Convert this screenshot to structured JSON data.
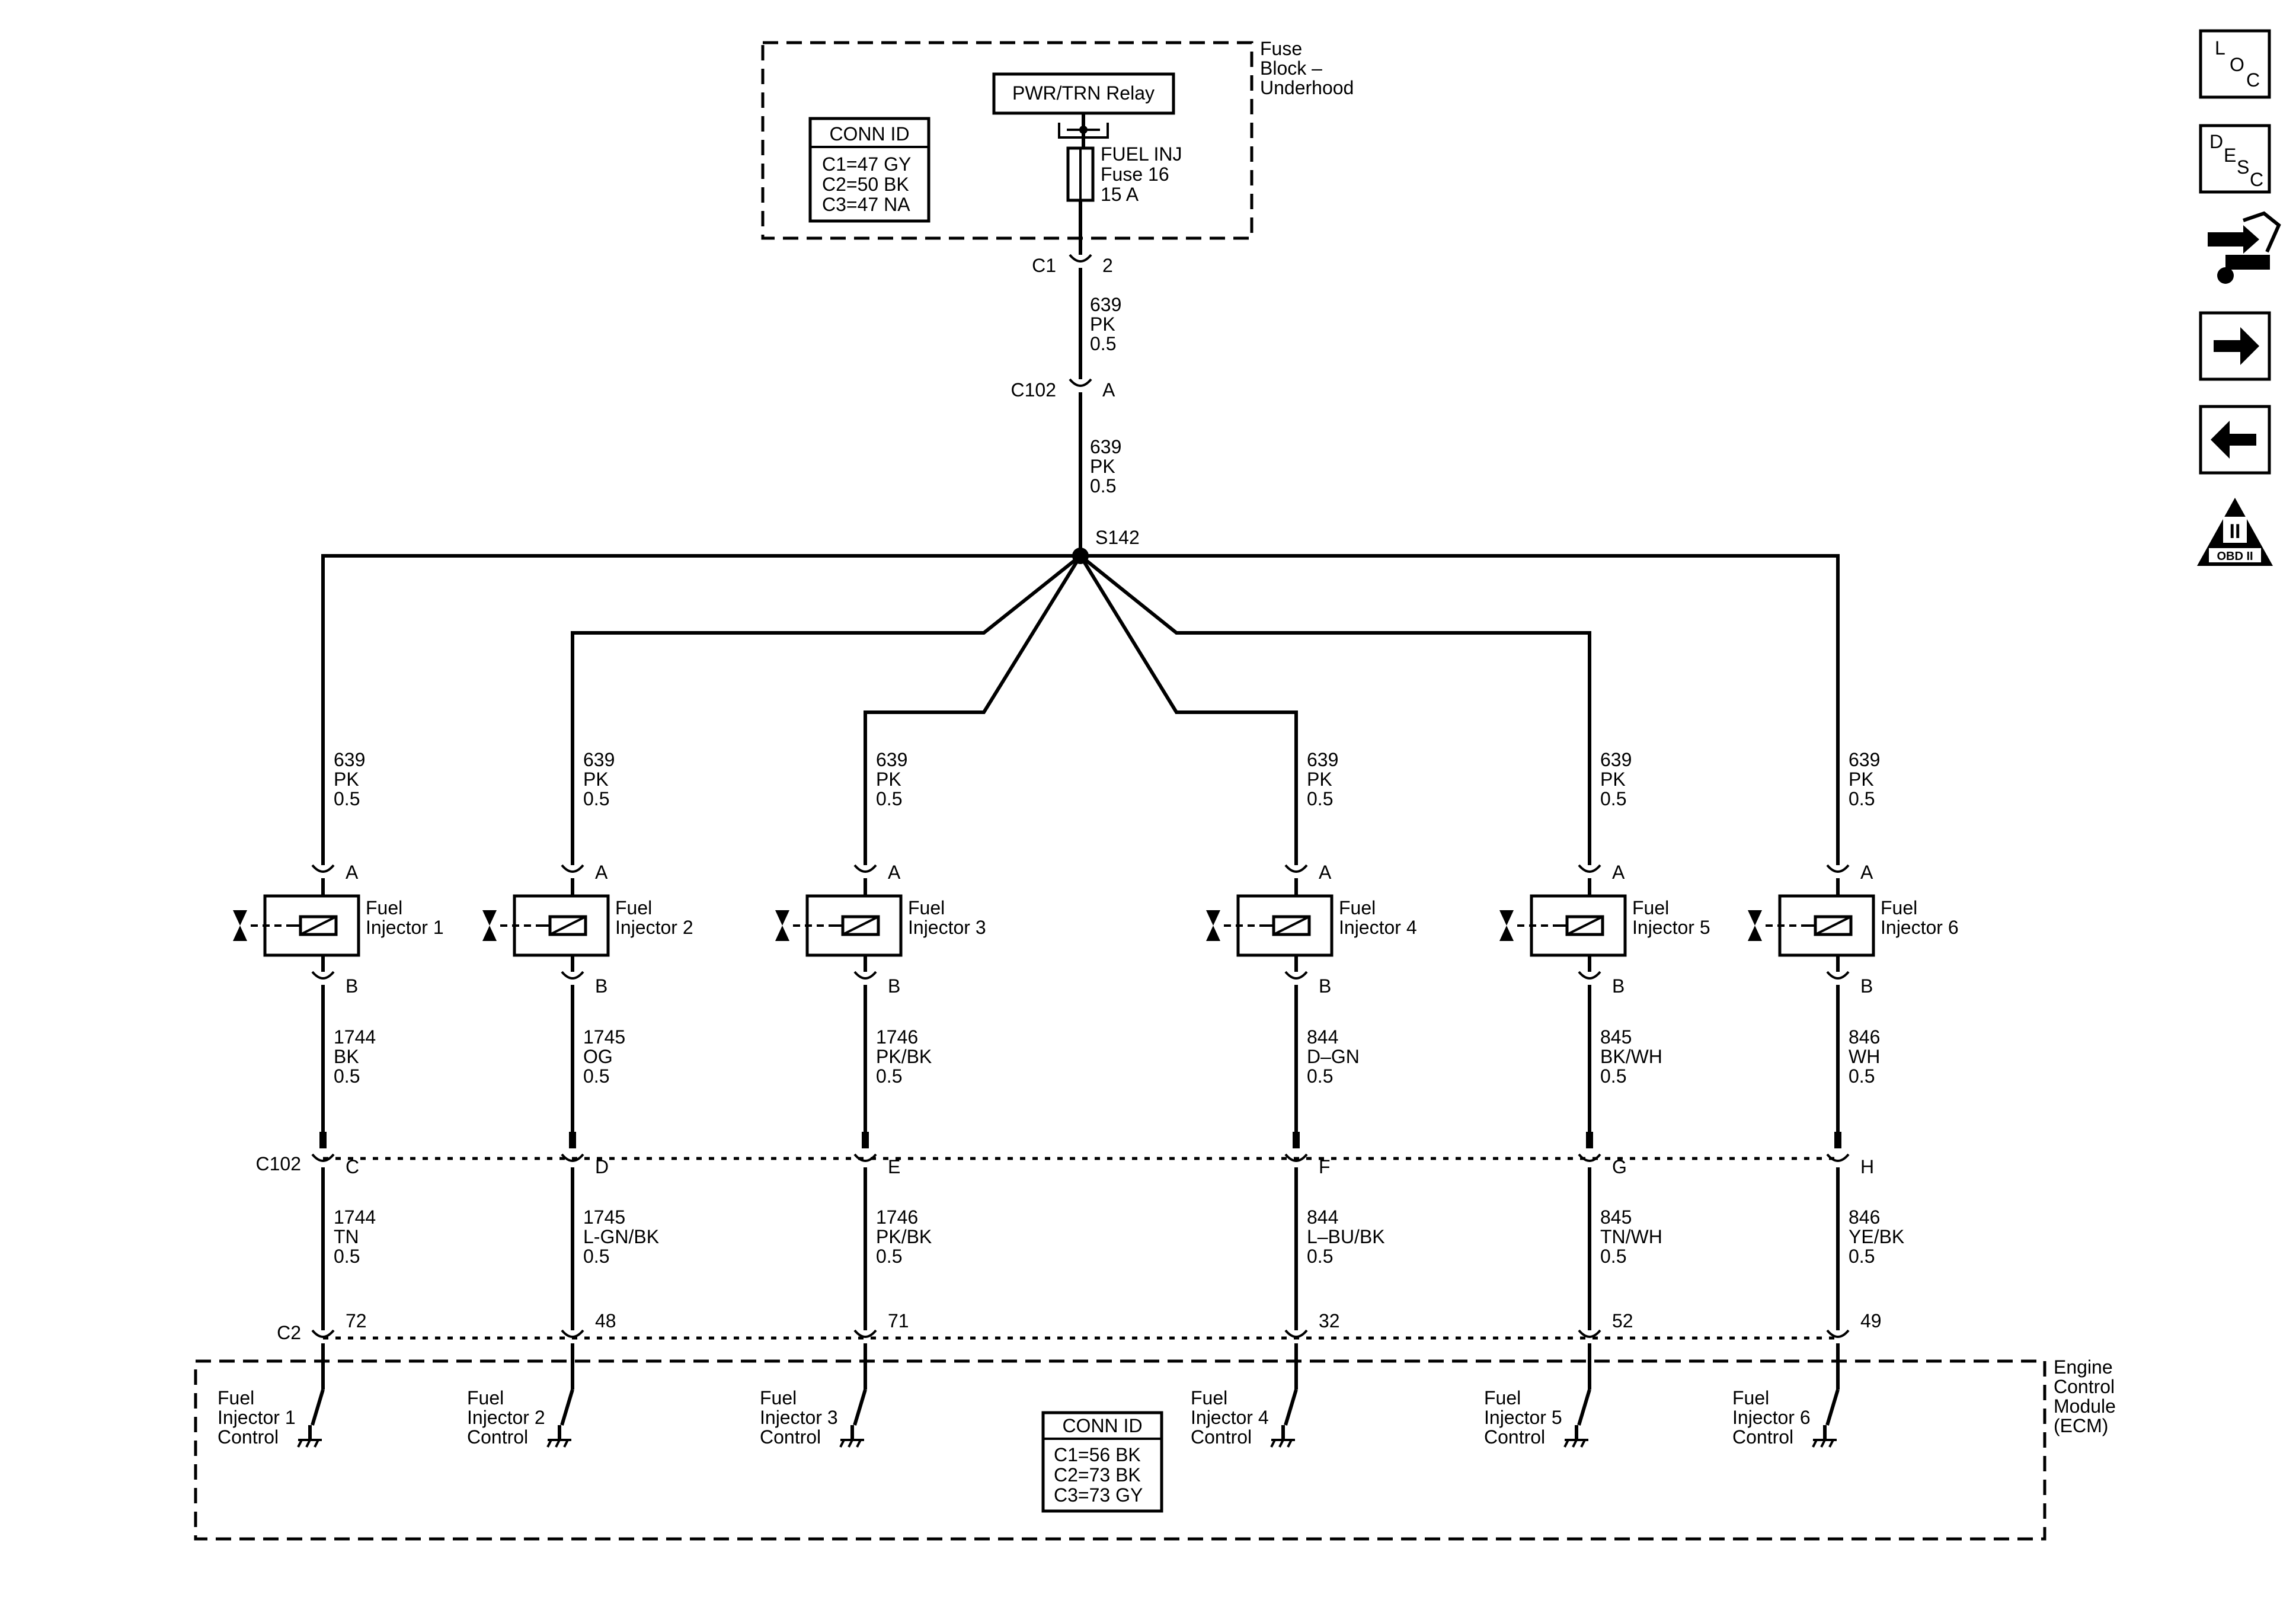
{
  "fuse_block": {
    "title_lines": [
      "Fuse",
      "Block –",
      "Underhood"
    ],
    "relay_label": "PWR/TRN Relay",
    "fuse_lines": [
      "FUEL INJ",
      "Fuse 16",
      "15 A"
    ],
    "conn_id": {
      "title": "CONN ID",
      "lines": [
        "C1=47 GY",
        "C2=50 BK",
        "C3=47 NA"
      ]
    },
    "connector": "C1",
    "pin": "2"
  },
  "feed_wires": [
    {
      "circuit": "639",
      "color": "PK",
      "size": "0.5"
    },
    {
      "circuit": "639",
      "color": "PK",
      "size": "0.5"
    }
  ],
  "inline_connector": {
    "name": "C102",
    "feed_pin": "A"
  },
  "splice": "S142",
  "injectors": [
    {
      "name_lines": [
        "Fuel",
        "Injector 1"
      ],
      "feed": {
        "circuit": "639",
        "color": "PK",
        "size": "0.5"
      },
      "pin_a": "A",
      "pin_b": "B",
      "out": {
        "circuit": "1744",
        "color": "BK",
        "size": "0.5"
      },
      "c102_pin": "C",
      "ecm_wire": {
        "circuit": "1744",
        "color": "TN",
        "size": "0.5"
      },
      "ecm_pin": "72",
      "ecm_label_lines": [
        "Fuel",
        "Injector 1",
        "Control"
      ]
    },
    {
      "name_lines": [
        "Fuel",
        "Injector 2"
      ],
      "feed": {
        "circuit": "639",
        "color": "PK",
        "size": "0.5"
      },
      "pin_a": "A",
      "pin_b": "B",
      "out": {
        "circuit": "1745",
        "color": "OG",
        "size": "0.5"
      },
      "c102_pin": "D",
      "ecm_wire": {
        "circuit": "1745",
        "color": "L-GN/BK",
        "size": "0.5"
      },
      "ecm_pin": "48",
      "ecm_label_lines": [
        "Fuel",
        "Injector 2",
        "Control"
      ]
    },
    {
      "name_lines": [
        "Fuel",
        "Injector 3"
      ],
      "feed": {
        "circuit": "639",
        "color": "PK",
        "size": "0.5"
      },
      "pin_a": "A",
      "pin_b": "B",
      "out": {
        "circuit": "1746",
        "color": "PK/BK",
        "size": "0.5"
      },
      "c102_pin": "E",
      "ecm_wire": {
        "circuit": "1746",
        "color": "PK/BK",
        "size": "0.5"
      },
      "ecm_pin": "71",
      "ecm_label_lines": [
        "Fuel",
        "Injector 3",
        "Control"
      ]
    },
    {
      "name_lines": [
        "Fuel",
        "Injector 4"
      ],
      "feed": {
        "circuit": "639",
        "color": "PK",
        "size": "0.5"
      },
      "pin_a": "A",
      "pin_b": "B",
      "out": {
        "circuit": "844",
        "color": "D–GN",
        "size": "0.5"
      },
      "c102_pin": "F",
      "ecm_wire": {
        "circuit": "844",
        "color": "L–BU/BK",
        "size": "0.5"
      },
      "ecm_pin": "32",
      "ecm_label_lines": [
        "Fuel",
        "Injector 4",
        "Control"
      ]
    },
    {
      "name_lines": [
        "Fuel",
        "Injector 5"
      ],
      "feed": {
        "circuit": "639",
        "color": "PK",
        "size": "0.5"
      },
      "pin_a": "A",
      "pin_b": "B",
      "out": {
        "circuit": "845",
        "color": "BK/WH",
        "size": "0.5"
      },
      "c102_pin": "G",
      "ecm_wire": {
        "circuit": "845",
        "color": "TN/WH",
        "size": "0.5"
      },
      "ecm_pin": "52",
      "ecm_label_lines": [
        "Fuel",
        "Injector 5",
        "Control"
      ]
    },
    {
      "name_lines": [
        "Fuel",
        "Injector 6"
      ],
      "feed": {
        "circuit": "639",
        "color": "PK",
        "size": "0.5"
      },
      "pin_a": "A",
      "pin_b": "B",
      "out": {
        "circuit": "846",
        "color": "WH",
        "size": "0.5"
      },
      "c102_pin": "H",
      "ecm_wire": {
        "circuit": "846",
        "color": "YE/BK",
        "size": "0.5"
      },
      "ecm_pin": "49",
      "ecm_label_lines": [
        "Fuel",
        "Injector 6",
        "Control"
      ]
    }
  ],
  "ecm": {
    "title_lines": [
      "Engine",
      "Control",
      "Module",
      "(ECM)"
    ],
    "connector": "C2",
    "conn_id": {
      "title": "CONN ID",
      "lines": [
        "C1=56 BK",
        "C2=73 BK",
        "C3=73 GY"
      ]
    }
  },
  "c102_label": "C102",
  "nav_icons": [
    {
      "name": "loc-icon",
      "letters": [
        "L",
        "O",
        "C"
      ]
    },
    {
      "name": "desc-icon",
      "letters": [
        "D",
        "E",
        "S",
        "C"
      ]
    },
    {
      "name": "connector-end-view-icon"
    },
    {
      "name": "next-arrow-icon",
      "glyph": "→"
    },
    {
      "name": "prev-arrow-icon",
      "glyph": "←"
    },
    {
      "name": "obd-ii-icon",
      "roman": "II",
      "caption": "OBD II"
    }
  ]
}
